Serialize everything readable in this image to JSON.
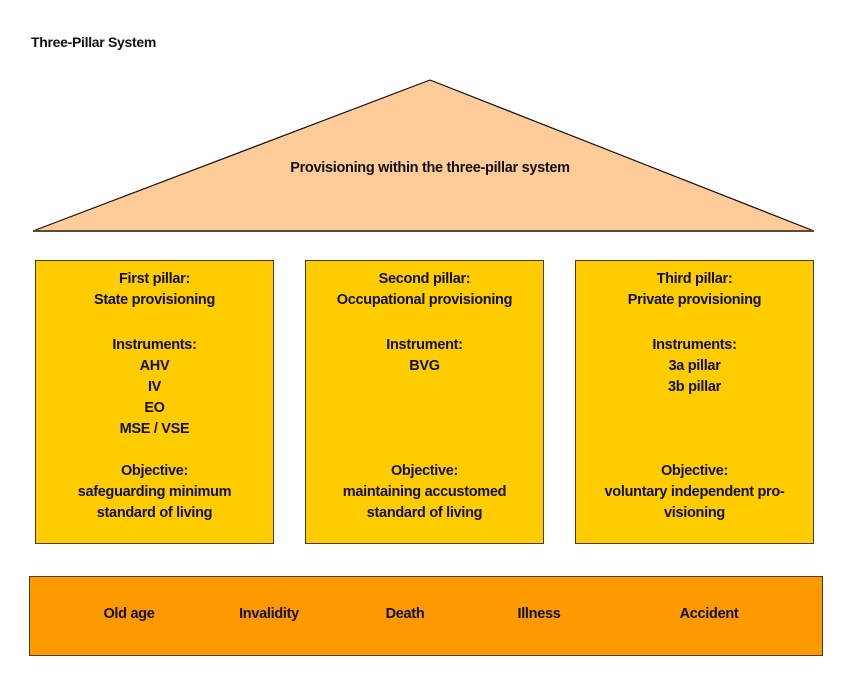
{
  "title": "Three-Pillar System",
  "roof": {
    "label": "Provisioning within the three-pillar system",
    "fill_color": "#ffcc99"
  },
  "pillars": [
    {
      "heading": [
        "First pillar:",
        "State provisioning"
      ],
      "instruments_label": "Instruments:",
      "instruments": [
        "AHV",
        "IV",
        "EO",
        "MSE / VSE"
      ],
      "objective_label": "Objective:",
      "objective": [
        "safeguarding minimum",
        "standard of living"
      ]
    },
    {
      "heading": [
        "Second pillar:",
        "Occupational provisioning"
      ],
      "instruments_label": "Instrument:",
      "instruments": [
        "BVG"
      ],
      "objective_label": "Objective:",
      "objective": [
        "maintaining accustomed",
        "standard of living"
      ]
    },
    {
      "heading": [
        "Third pillar:",
        "Private provisioning"
      ],
      "instruments_label": "Instruments:",
      "instruments": [
        "3a pillar",
        "3b pillar"
      ],
      "objective_label": "Objective:",
      "objective": [
        "voluntary independent pro-",
        "visioning"
      ]
    }
  ],
  "pillar_color": "#ffcc00",
  "risks": [
    "Old age",
    "Invalidity",
    "Death",
    "Illness",
    "Accident"
  ],
  "risks_color": "#ff9900"
}
